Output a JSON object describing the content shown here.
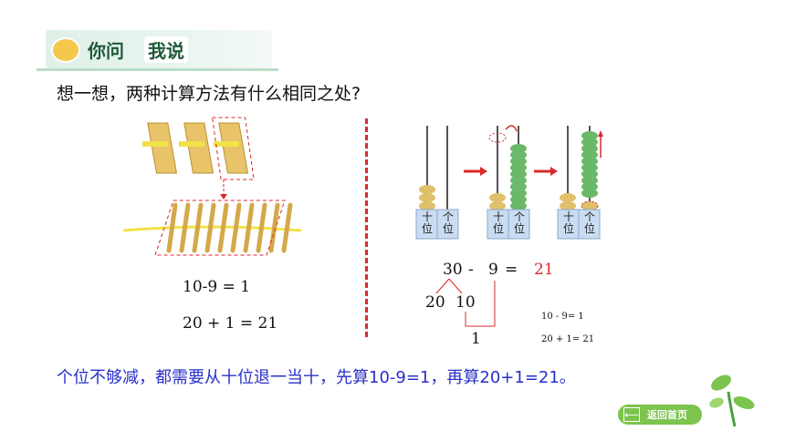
{
  "banner": {
    "title_part1": "你问",
    "title_part2": "我说"
  },
  "question": "想一想，两种计算方法有什么相同之处?",
  "left": {
    "equation1": "10-9 = 1",
    "equation2": "20 + 1 = 21"
  },
  "right": {
    "place_value": {
      "tens": "十",
      "tens2": "位",
      "ones": "个",
      "ones2": "位"
    },
    "main_eq": {
      "left": "30",
      "minus": "-",
      "sub": "9",
      "equals": "=",
      "result": "21"
    },
    "split": {
      "a": "20",
      "b": "10",
      "c": "1"
    },
    "small1": "10 - 9= 1",
    "small2": "20 + 1= 21"
  },
  "conclusion": "个位不够减，都需要从十位退一当十，先算10-9=1，再算20+1=21。",
  "nav": {
    "home_label": "返回首页",
    "home_arrow": "⟵"
  },
  "colors": {
    "accent_red": "#d92a2a",
    "conclusion_blue": "#2a30c8",
    "banner_green": "#1f5a3a",
    "button_green": "#7cc44e"
  }
}
